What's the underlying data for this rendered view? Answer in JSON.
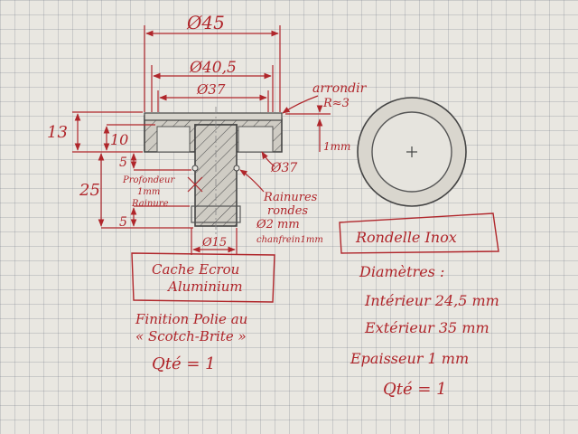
{
  "colors": {
    "ink": "#b0262b",
    "pencil": "#4a4a4a",
    "paper": "#e9e7e1",
    "grid": "#8a90a0"
  },
  "dimensions": {
    "d45": "Ø45",
    "d40_5": "Ø40,5",
    "d37_top": "Ø37",
    "arrondir": "arrondir",
    "r3": "R≈3",
    "h13": "13",
    "h10": "10",
    "t1mm": "1mm",
    "d37_right": "Ø37",
    "h5_top": "5",
    "h25": "25",
    "h5_bot": "5",
    "d15": "Ø15",
    "prof_1": "Profondeur",
    "prof_2": "1mm",
    "prof_3": "Rainure",
    "rainures_1": "Rainures",
    "rainures_2": "rondes",
    "rainures_3": "Ø2 mm",
    "chanfrein": "chanfrein1mm"
  },
  "part": {
    "title_1": "Cache Ecrou",
    "title_2": "Aluminium",
    "finish_1": "Finition Polie au",
    "finish_2": "« Scotch-Brite »",
    "qty": "Qté = 1"
  },
  "washer": {
    "title": "Rondelle Inox",
    "diam_heading": "Diamètres :",
    "inner": "Intérieur 24,5 mm",
    "outer": "Extérieur 35 mm",
    "thickness": "Epaisseur 1 mm",
    "qty": "Qté = 1"
  }
}
